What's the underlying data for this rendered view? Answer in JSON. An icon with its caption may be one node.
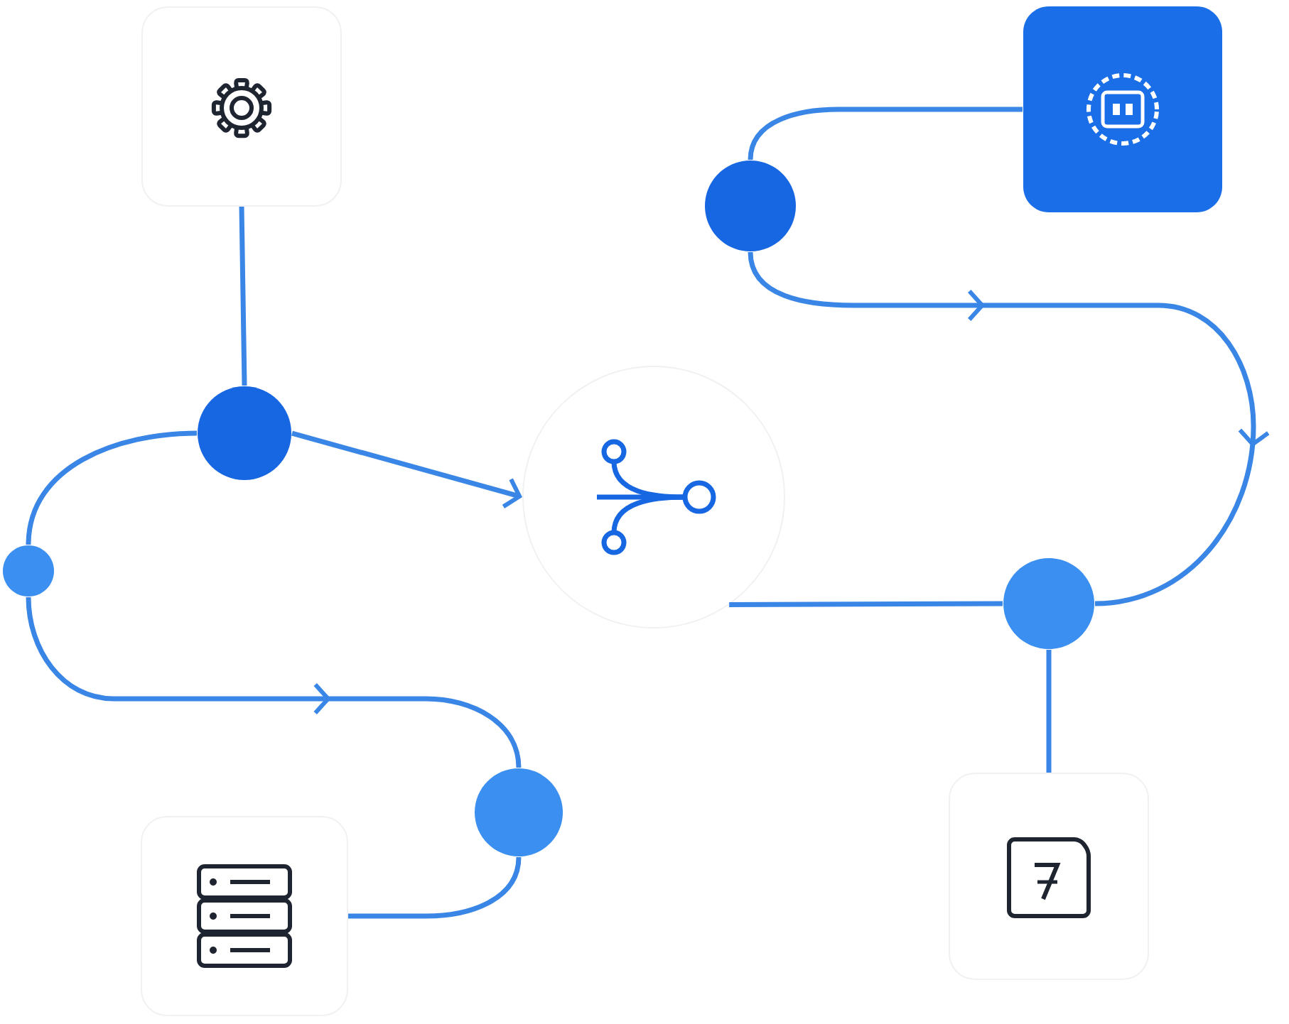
{
  "diagram": {
    "nodes": [
      {
        "text": [],
        "shape": "box"
      },
      {
        "text": [],
        "shape": "circle"
      },
      {
        "text": [],
        "shape": "circle"
      },
      {
        "text": [],
        "shape": "circle"
      },
      {
        "text": [],
        "shape": "box"
      },
      {
        "text": [],
        "shape": "circle"
      },
      {
        "text": [],
        "shape": "circle"
      },
      {
        "text": [],
        "shape": "box"
      },
      {
        "text": [],
        "shape": "circle"
      },
      {
        "text": [],
        "shape": "box"
      }
    ],
    "edges": [
      {
        "from": 0,
        "to": 1,
        "arrow": "none"
      },
      {
        "from": 1,
        "to": 5,
        "arrow": "to"
      },
      {
        "from": 1,
        "to": 2,
        "arrow": "none"
      },
      {
        "from": 2,
        "to": 3,
        "arrow": "to"
      },
      {
        "from": 3,
        "to": 4,
        "arrow": "none"
      },
      {
        "from": 7,
        "to": 6,
        "arrow": "none"
      },
      {
        "from": 6,
        "to": 8,
        "arrow": "to"
      },
      {
        "from": 5,
        "to": 8,
        "arrow": "none"
      },
      {
        "from": 8,
        "to": 9,
        "arrow": "none"
      }
    ]
  }
}
